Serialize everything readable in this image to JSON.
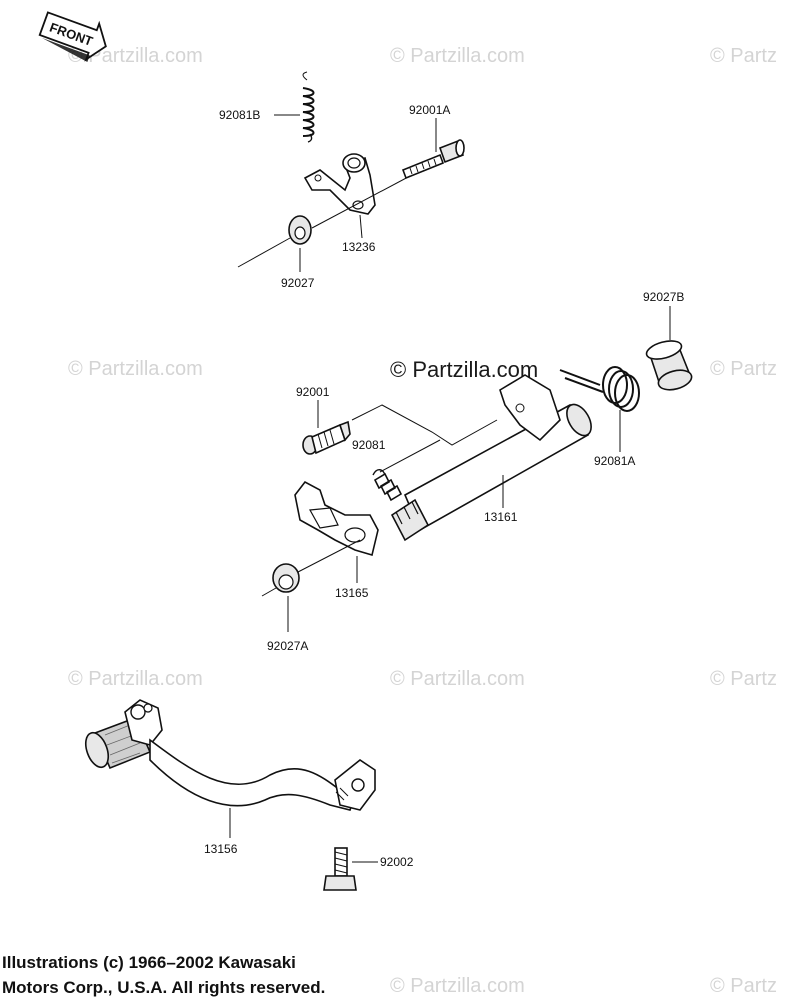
{
  "front_label": "FRONT",
  "watermark": "© Partzilla.com",
  "watermark_partial": "© Partz",
  "parts": {
    "p92081B": "92081B",
    "p92001A": "92001A",
    "p13236": "13236",
    "p92027": "92027",
    "p92027B": "92027B",
    "p92001": "92001",
    "p92081": "92081",
    "p92081A": "92081A",
    "p13161": "13161",
    "p13165": "13165",
    "p92027A": "92027A",
    "p13156": "13156",
    "p92002": "92002"
  },
  "copyright": {
    "line1": "Illustrations (c) 1966–2002 Kawasaki",
    "line2": "Motors Corp., U.S.A.  All rights reserved."
  }
}
